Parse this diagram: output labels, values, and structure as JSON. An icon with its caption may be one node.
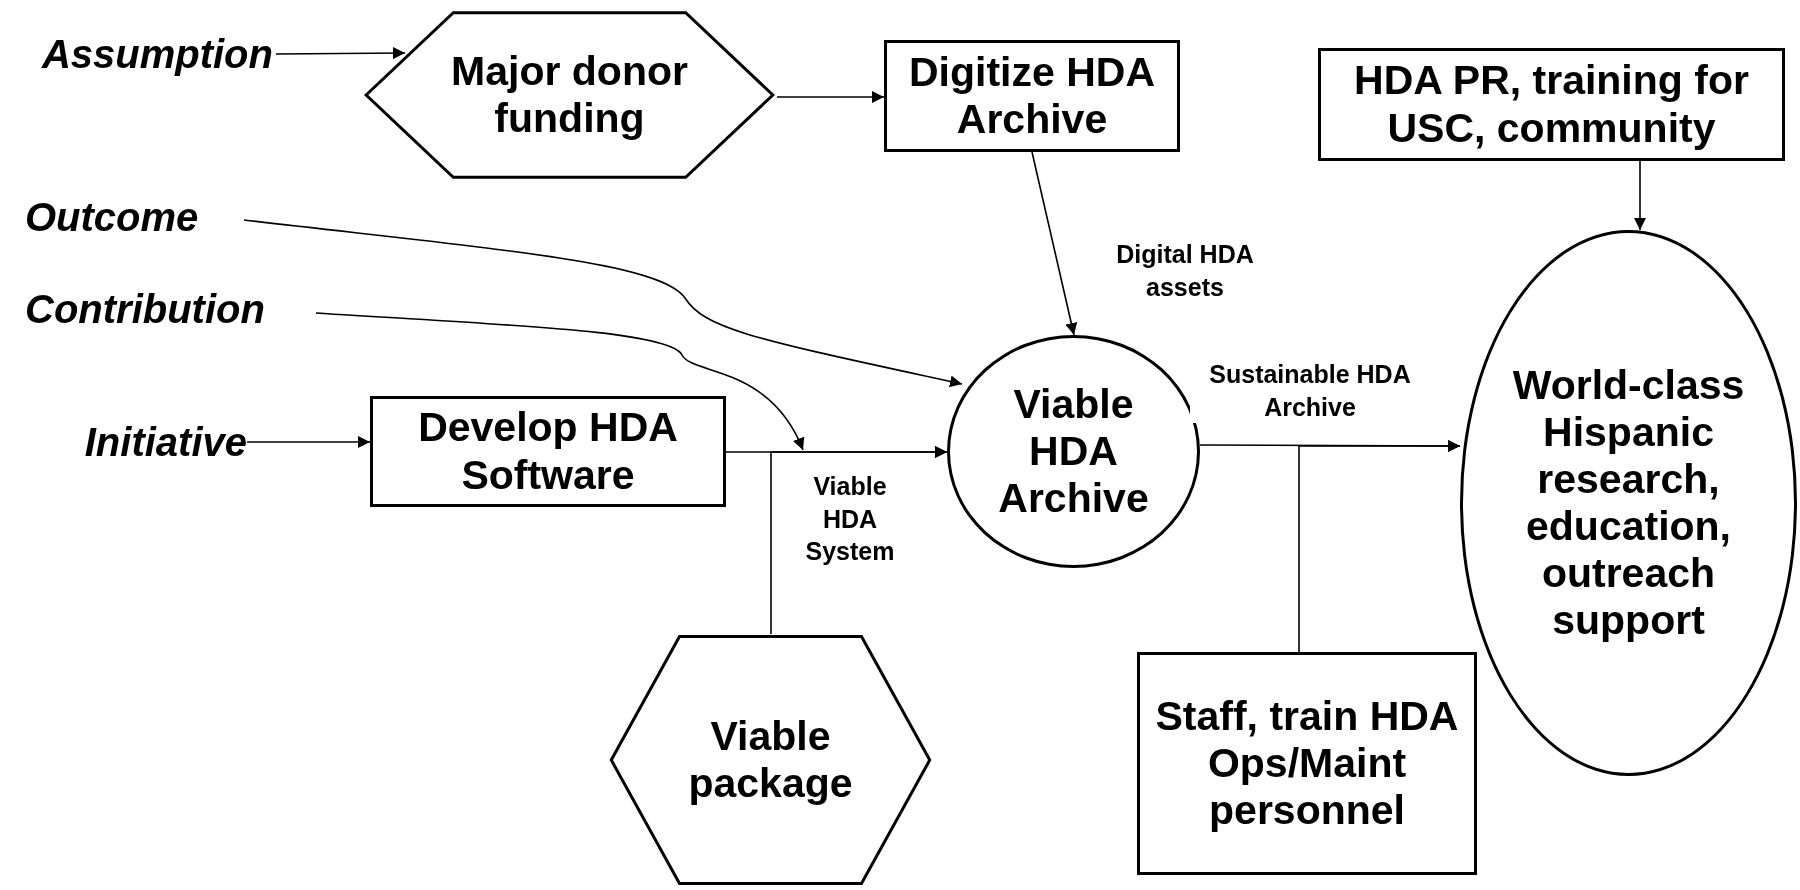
{
  "diagram": {
    "nodes": [
      {
        "text": [
          "Assumption"
        ]
      },
      {
        "text": [
          "Major donor funding"
        ]
      },
      {
        "text": [
          "Digitize HDA Archive"
        ]
      },
      {
        "text": [
          "HDA PR, training for USC, community"
        ]
      },
      {
        "text": [
          "Outcome"
        ]
      },
      {
        "text": [
          "Contribution"
        ]
      },
      {
        "text": [
          "Viable HDA Archive"
        ]
      },
      {
        "text": [
          "Initiative"
        ]
      },
      {
        "text": [
          "Develop HDA Software"
        ]
      },
      {
        "text": [
          "World-class Hispanic research, education, outreach support"
        ]
      },
      {
        "text": [
          "Viable package"
        ]
      },
      {
        "text": [
          "Staff, train HDA Ops/Maint personnel"
        ]
      }
    ],
    "edges": [
      {
        "from": 0,
        "to": 1,
        "arrow": "to"
      },
      {
        "from": 1,
        "to": 2,
        "arrow": "to"
      },
      {
        "from": 2,
        "to": 6,
        "arrow": "to",
        "label": "Digital HDA assets"
      },
      {
        "from": 3,
        "to": 9,
        "arrow": "to"
      },
      {
        "from": 4,
        "to": 6,
        "arrow": "to"
      },
      {
        "from": 5,
        "to": null,
        "arrow": "to"
      },
      {
        "from": 7,
        "to": 8,
        "arrow": "to"
      },
      {
        "from": 8,
        "to": 6,
        "arrow": "to",
        "label": "Viable HDA System"
      },
      {
        "from": 10,
        "to": 6,
        "arrow": "to"
      },
      {
        "from": 6,
        "to": 9,
        "arrow": "to",
        "label": "Sustainable HDA Archive"
      },
      {
        "from": 11,
        "to": 9,
        "arrow": "to"
      }
    ]
  }
}
